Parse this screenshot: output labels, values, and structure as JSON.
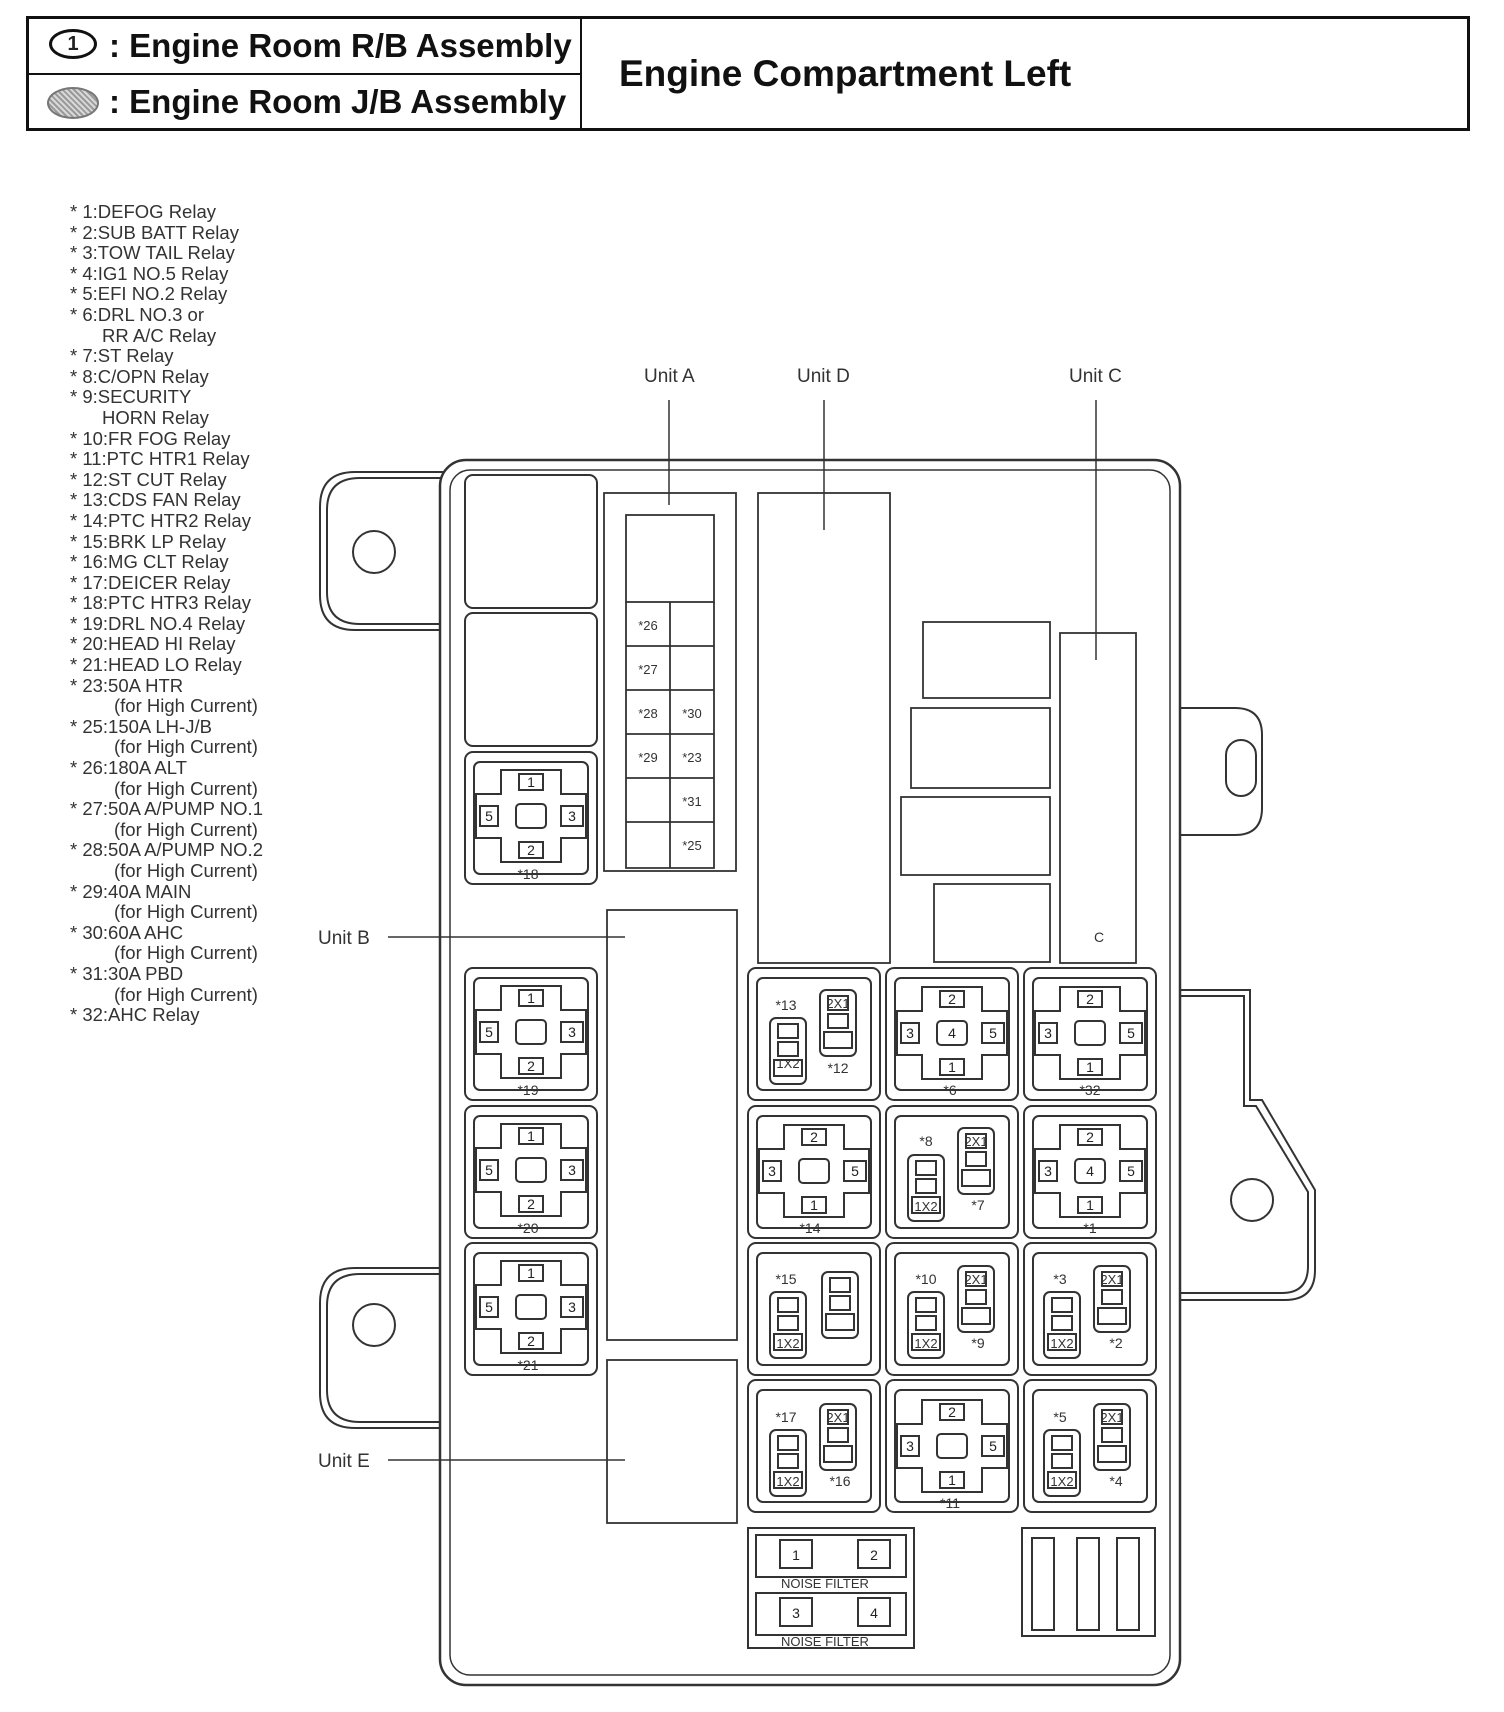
{
  "header": {
    "rb_symbol": "1",
    "rb_label": ": Engine Room R/B Assembly",
    "jb_label": ": Engine Room J/B Assembly",
    "title": "Engine Compartment Left"
  },
  "legend": [
    {
      "main": "* 1:DEFOG Relay"
    },
    {
      "main": "* 2:SUB BATT Relay"
    },
    {
      "main": "* 3:TOW TAIL Relay"
    },
    {
      "main": "* 4:IG1 NO.5 Relay"
    },
    {
      "main": "* 5:EFI NO.2 Relay"
    },
    {
      "main": "* 6:DRL NO.3 or",
      "sub": "RR A/C Relay"
    },
    {
      "main": "* 7:ST Relay"
    },
    {
      "main": "* 8:C/OPN Relay"
    },
    {
      "main": "* 9:SECURITY",
      "sub": "HORN Relay"
    },
    {
      "main": "* 10:FR FOG Relay"
    },
    {
      "main": "* 11:PTC HTR1 Relay"
    },
    {
      "main": "* 12:ST CUT Relay"
    },
    {
      "main": "* 13:CDS FAN Relay"
    },
    {
      "main": "* 14:PTC HTR2 Relay"
    },
    {
      "main": "* 15:BRK LP Relay"
    },
    {
      "main": "* 16:MG CLT Relay"
    },
    {
      "main": "* 17:DEICER Relay"
    },
    {
      "main": "* 18:PTC HTR3 Relay"
    },
    {
      "main": "* 19:DRL NO.4 Relay"
    },
    {
      "main": "* 20:HEAD HI Relay"
    },
    {
      "main": "* 21:HEAD LO Relay"
    },
    {
      "main": "* 23:50A HTR",
      "sub": "(for High Current)"
    },
    {
      "main": "* 25:150A LH-J/B",
      "sub": "(for High Current)"
    },
    {
      "main": "* 26:180A ALT",
      "sub": "(for High Current)"
    },
    {
      "main": "* 27:50A A/PUMP NO.1",
      "sub": "(for High Current)"
    },
    {
      "main": "* 28:50A A/PUMP NO.2",
      "sub": "(for High Current)"
    },
    {
      "main": "* 29:40A MAIN",
      "sub": "(for High Current)"
    },
    {
      "main": "* 30:60A AHC",
      "sub": "(for High Current)"
    },
    {
      "main": "* 31:30A PBD",
      "sub": "(for High Current)"
    },
    {
      "main": "* 32:AHC Relay"
    }
  ],
  "units": {
    "a": "Unit A",
    "b": "Unit B",
    "c": "Unit C",
    "d": "Unit D",
    "e": "Unit E"
  },
  "unitA_cells": {
    "c26": "*26",
    "c27": "*27",
    "c28": "*28",
    "c30": "*30",
    "c29": "*29",
    "c23": "*23",
    "c31": "*31",
    "c25": "*25"
  },
  "relays": {
    "r18": "*18",
    "r19": "*19",
    "r20": "*20",
    "r21": "*21",
    "r13": "*13",
    "r12": "*12",
    "r6": "*6",
    "r32": "*32",
    "r14": "*14",
    "r8": "*8",
    "r7": "*7",
    "r1": "*1",
    "r15": "*15",
    "r10": "*10",
    "r9": "*9",
    "r3": "*3",
    "r2": "*2",
    "r17": "*17",
    "r16": "*16",
    "r11": "*11",
    "r5": "*5",
    "r4": "*4"
  },
  "unitC_mark": "C",
  "pins": {
    "p1": "1",
    "p2": "2",
    "p3": "3",
    "p4": "4",
    "p5": "5",
    "p1x2": "1X2",
    "p2x1": "2X1"
  },
  "noise_filter": {
    "label": "NOISE FILTER",
    "t1": "1",
    "t2": "2",
    "t3": "3",
    "t4": "4"
  }
}
